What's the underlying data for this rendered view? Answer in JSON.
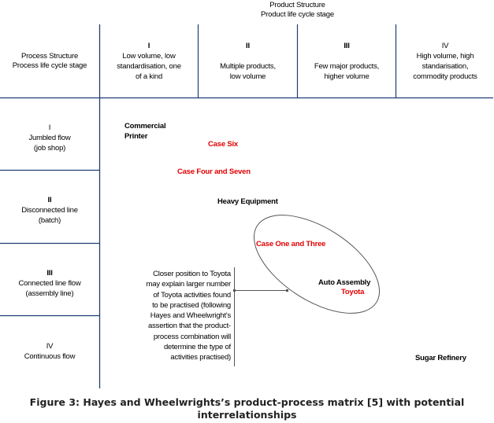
{
  "product_axis": {
    "title": "Product Structure",
    "subtitle": "Product life cycle stage"
  },
  "process_axis": {
    "title": "Process Structure",
    "subtitle": "Process life cycle stage"
  },
  "columns": [
    {
      "numeral": "I",
      "desc_lines": [
        "Low volume, low",
        "standardisation, one",
        "of a kind"
      ]
    },
    {
      "numeral": "II",
      "desc_lines": [
        "Multiple products,",
        "low volume"
      ]
    },
    {
      "numeral": "III",
      "desc_lines": [
        "Few major products,",
        "higher volume"
      ]
    },
    {
      "numeral": "IV",
      "desc_lines": [
        "High volume, high",
        "standarisation,",
        "commodity products"
      ]
    }
  ],
  "rows": [
    {
      "numeral": "I",
      "desc_lines": [
        "Jumbled flow",
        "(job shop)"
      ]
    },
    {
      "numeral": "II",
      "desc_lines": [
        "Disconnected line",
        "(batch)"
      ]
    },
    {
      "numeral": "III",
      "desc_lines": [
        "Connected line flow",
        "(assembly line)"
      ]
    },
    {
      "numeral": "IV",
      "desc_lines": [
        "Continuous flow"
      ]
    }
  ],
  "labels": {
    "commercial_printer": [
      "Commercial",
      "Printer"
    ],
    "case_six": "Case Six",
    "case_four_seven": "Case Four and Seven",
    "heavy_equipment": "Heavy Equipment",
    "case_one_three": "Case One and Three",
    "auto_assembly": "Auto Assembly",
    "toyota": "Toyota",
    "sugar_refinery": "Sugar Refinery"
  },
  "annotation": {
    "lines": [
      "Closer position to Toyota",
      "may explain larger number",
      "of Toyota activities found",
      "to be practised (following",
      "Hayes and Wheelwright's",
      "assertion that the product-",
      "process combination will",
      "determine the type of",
      "activities practised)"
    ]
  },
  "caption": {
    "line1": "Figure 3: Hayes and Wheelwrights’s product-process matrix [5] with potential",
    "line2": "interrelationships"
  },
  "colors": {
    "grid": "#1f3f74",
    "case_text": "#e00000",
    "ellipse": "#555555"
  }
}
